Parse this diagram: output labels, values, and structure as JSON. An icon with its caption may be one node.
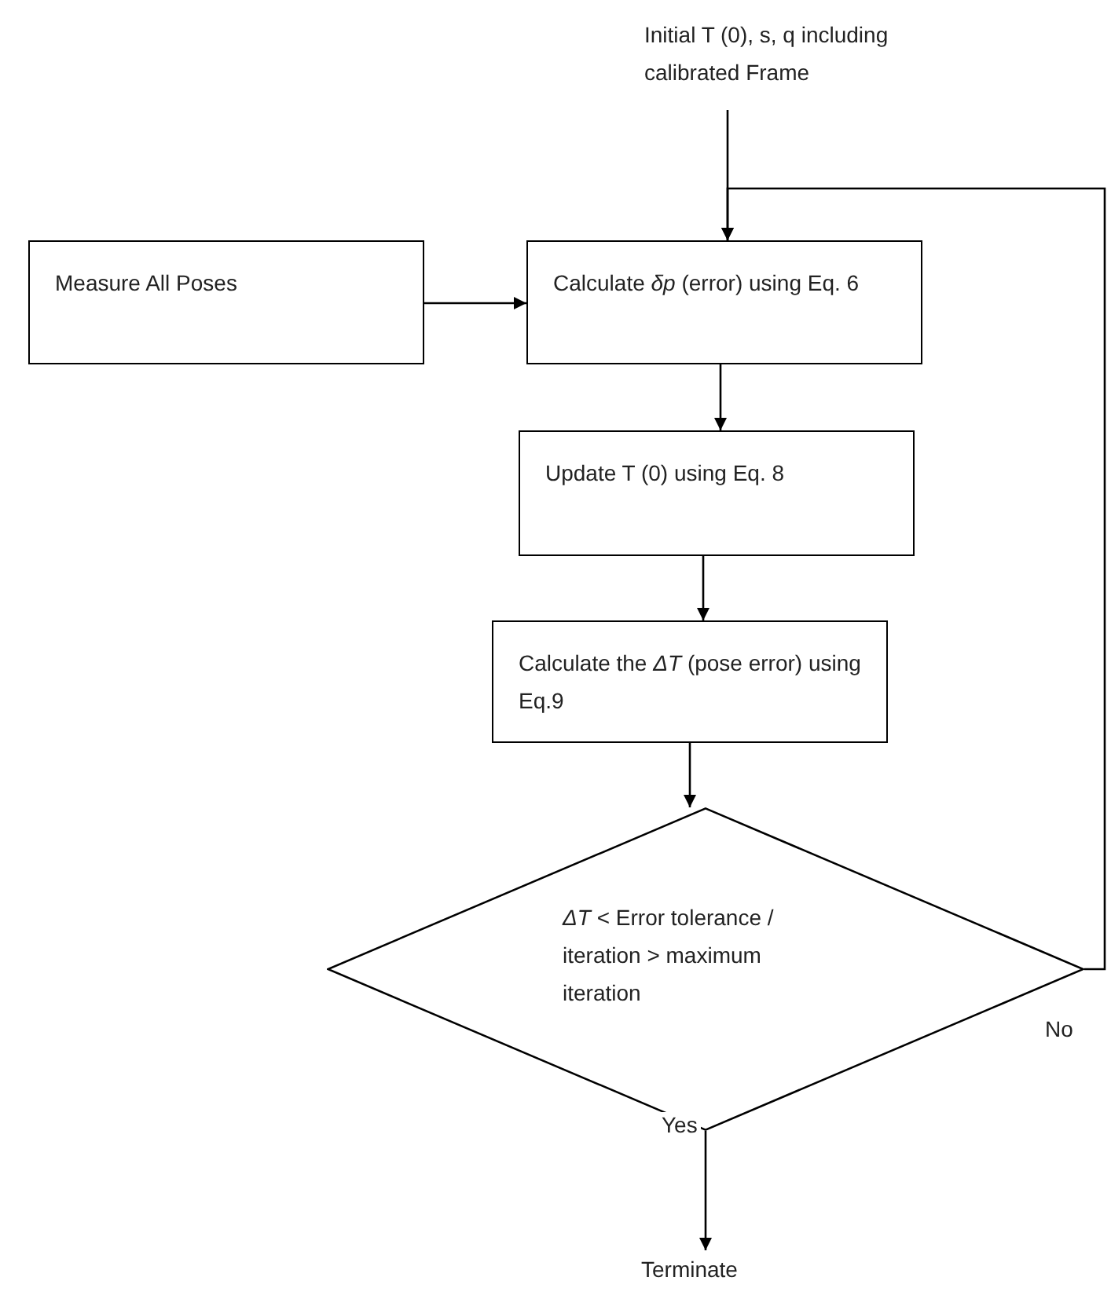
{
  "diagram": {
    "nodes": [
      {
        "text": [
          "Initial T (0), s, q including calibrated Frame"
        ]
      },
      {
        "text": [
          "Measure All Poses"
        ]
      },
      {
        "text": [
          "Calculate *δp* (error) using Eq. 6"
        ]
      },
      {
        "text": [
          "Update T (0) using Eq. 8"
        ]
      },
      {
        "text": [
          "Calculate the *ΔT* (pose error) using Eq.9"
        ]
      },
      {
        "text": [
          "*ΔT* < Error tolerance / iteration > maximum iteration"
        ]
      },
      {
        "text": [
          "Terminate"
        ]
      }
    ],
    "edges": [
      {
        "from": 0,
        "to": 2,
        "arrow": "to"
      },
      {
        "from": 1,
        "to": 2,
        "arrow": "to"
      },
      {
        "from": 2,
        "to": 3,
        "arrow": "to"
      },
      {
        "from": 3,
        "to": 4,
        "arrow": "to"
      },
      {
        "from": 4,
        "to": 5,
        "arrow": "to"
      },
      {
        "from": 5,
        "to": 6,
        "label": "Yes",
        "arrow": "to"
      },
      {
        "from": 5,
        "to": 2,
        "label": "No",
        "arrow": "to"
      }
    ]
  }
}
